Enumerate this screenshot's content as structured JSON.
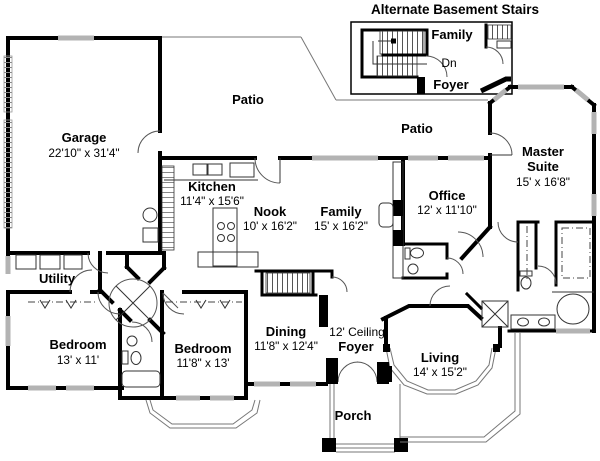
{
  "plan": {
    "title": "Alternate Basement Stairs",
    "inset": {
      "family": "Family",
      "down": "Dn",
      "foyer": "Foyer"
    },
    "rooms": {
      "garage": {
        "name": "Garage",
        "dims": "22'10\" x 31'4\""
      },
      "patio_left": {
        "name": "Patio"
      },
      "patio_right": {
        "name": "Patio"
      },
      "kitchen": {
        "name": "Kitchen",
        "dims": "11'4\" x 15'6\""
      },
      "nook": {
        "name": "Nook",
        "dims": "10' x 16'2\""
      },
      "family": {
        "name": "Family",
        "dims": "15' x 16'2\""
      },
      "office": {
        "name": "Office",
        "dims": "12' x 11'10\""
      },
      "master": {
        "name_line1": "Master",
        "name_line2": "Suite",
        "dims": "15' x 16'8\""
      },
      "utility": {
        "name": "Utility"
      },
      "bedroom_left": {
        "name": "Bedroom",
        "dims": "13' x 11'"
      },
      "bedroom_mid": {
        "name": "Bedroom",
        "dims": "11'8\" x 13'"
      },
      "dining": {
        "name": "Dining",
        "dims": "11'8\" x 12'4\""
      },
      "foyer": {
        "name": "Foyer",
        "ceiling": "12' Ceiling"
      },
      "living": {
        "name": "Living",
        "dims": "14' x 15'2\""
      },
      "porch": {
        "name": "Porch"
      }
    },
    "colors": {
      "wall": "#000000",
      "thin_line": "#333333",
      "window": "#b3b3b3",
      "background": "#ffffff"
    }
  }
}
